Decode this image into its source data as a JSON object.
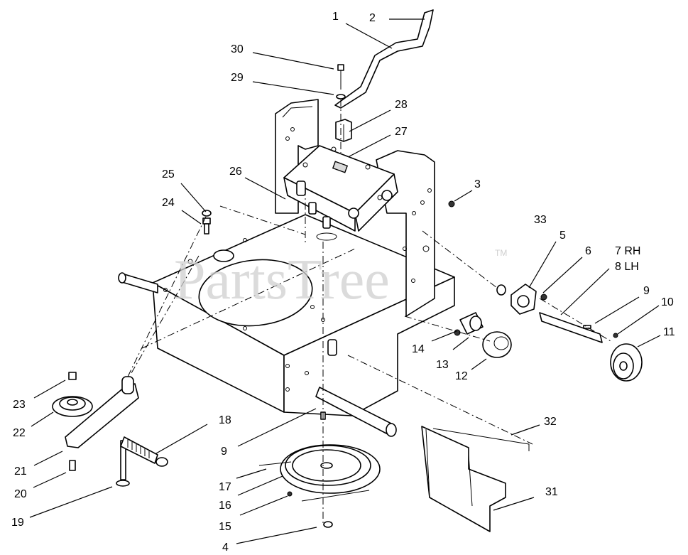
{
  "watermark": {
    "text": "PartsTree",
    "mark": "TM"
  },
  "callouts": [
    {
      "id": "c1",
      "label": "1"
    },
    {
      "id": "c2",
      "label": "2"
    },
    {
      "id": "c3",
      "label": "3"
    },
    {
      "id": "c4",
      "label": "4"
    },
    {
      "id": "c5",
      "label": "5"
    },
    {
      "id": "c6",
      "label": "6"
    },
    {
      "id": "c7",
      "label": "7 RH"
    },
    {
      "id": "c8",
      "label": "8 LH"
    },
    {
      "id": "c9a",
      "label": "9"
    },
    {
      "id": "c9b",
      "label": "9"
    },
    {
      "id": "c10",
      "label": "10"
    },
    {
      "id": "c11",
      "label": "11"
    },
    {
      "id": "c12",
      "label": "12"
    },
    {
      "id": "c13",
      "label": "13"
    },
    {
      "id": "c14",
      "label": "14"
    },
    {
      "id": "c15",
      "label": "15"
    },
    {
      "id": "c16",
      "label": "16"
    },
    {
      "id": "c17",
      "label": "17"
    },
    {
      "id": "c18",
      "label": "18"
    },
    {
      "id": "c19",
      "label": "19"
    },
    {
      "id": "c20",
      "label": "20"
    },
    {
      "id": "c21",
      "label": "21"
    },
    {
      "id": "c22",
      "label": "22"
    },
    {
      "id": "c23",
      "label": "23"
    },
    {
      "id": "c24",
      "label": "24"
    },
    {
      "id": "c25",
      "label": "25"
    },
    {
      "id": "c26",
      "label": "26"
    },
    {
      "id": "c27",
      "label": "27"
    },
    {
      "id": "c28",
      "label": "28"
    },
    {
      "id": "c29",
      "label": "29"
    },
    {
      "id": "c30",
      "label": "30"
    },
    {
      "id": "c31",
      "label": "31"
    },
    {
      "id": "c32",
      "label": "32"
    },
    {
      "id": "c33",
      "label": "33"
    }
  ]
}
